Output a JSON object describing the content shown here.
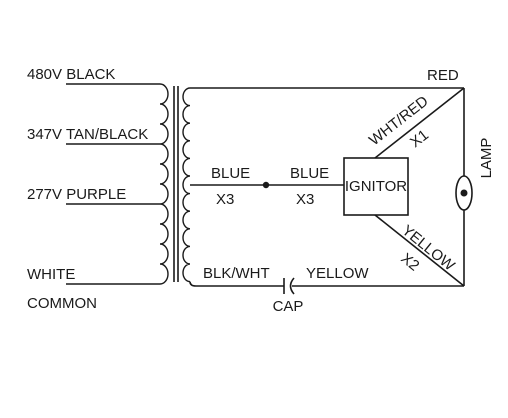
{
  "taps": [
    {
      "voltage": "480V",
      "color": "BLACK"
    },
    {
      "voltage": "347V",
      "color": "TAN/BLACK"
    },
    {
      "voltage": "277V",
      "color": "PURPLE"
    },
    {
      "voltage": "",
      "color": "WHITE"
    }
  ],
  "common_label": "COMMON",
  "wire_labels": {
    "blue_left": "BLUE",
    "x3_left": "X3",
    "blue_right": "BLUE",
    "x3_right": "X3",
    "red": "RED",
    "wht_red": "WHT/RED",
    "x1": "X1",
    "yellow_diag": "YELLOW",
    "x2": "X2",
    "blk_wht": "BLK/WHT",
    "yellow_bottom": "YELLOW"
  },
  "components": {
    "ignitor": "IGNITOR",
    "lamp": "LAMP",
    "cap": "CAP"
  }
}
